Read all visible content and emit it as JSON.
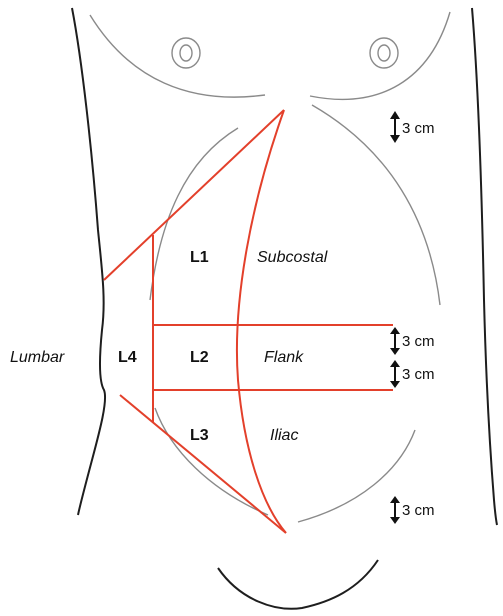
{
  "regions": {
    "l1": {
      "code": "L1",
      "name": "Subcostal"
    },
    "l2": {
      "code": "L2",
      "name": "Flank"
    },
    "l3": {
      "code": "L3",
      "name": "Iliac"
    },
    "l4": {
      "code": "L4",
      "name": "Lumbar"
    }
  },
  "measurements": {
    "top": "3 cm",
    "middle_upper": "3 cm",
    "middle_lower": "3 cm",
    "bottom": "3 cm"
  },
  "colors": {
    "region_lines": "#e3402b",
    "anatomy_lines": "#8a8a8a",
    "body_edge": "#1e1e1e"
  }
}
